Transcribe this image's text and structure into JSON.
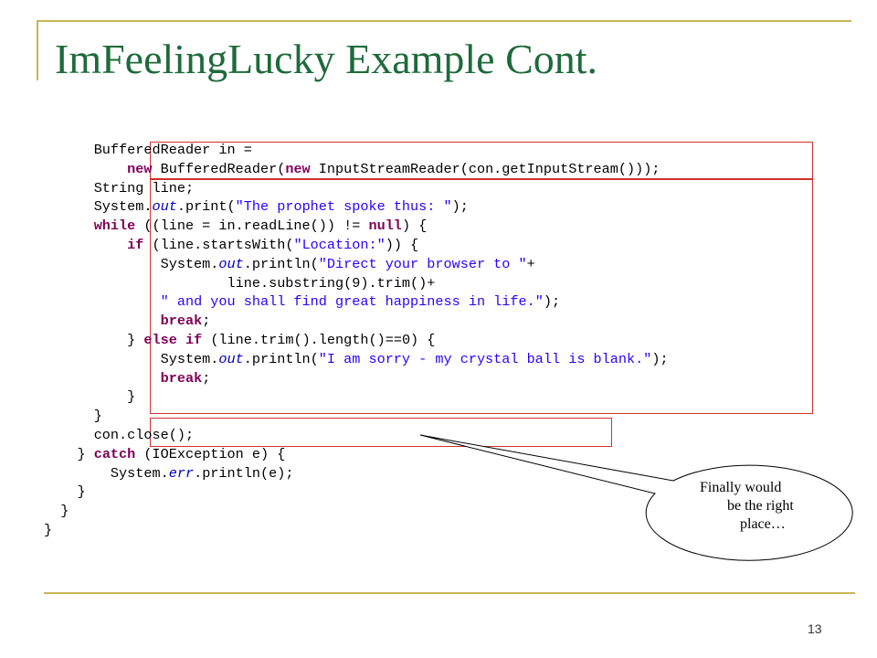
{
  "slide": {
    "title": "ImFeelingLucky Example Cont.",
    "page_number": "13",
    "theme_colors": {
      "title": "#1e6a3b",
      "rule": "#c9b458",
      "highlight": "#d0312d"
    }
  },
  "code": {
    "lines": [
      [
        {
          "t": "BufferedReader in ="
        }
      ],
      [
        {
          "t": "    "
        },
        {
          "t": "new",
          "c": "kw"
        },
        {
          "t": " BufferedReader("
        },
        {
          "t": "new",
          "c": "kw"
        },
        {
          "t": " InputStreamReader(con.getInputStream()));"
        }
      ],
      [
        {
          "t": "String line;"
        }
      ],
      [
        {
          "t": "System."
        },
        {
          "t": "out",
          "c": "fld"
        },
        {
          "t": ".print("
        },
        {
          "t": "\"The prophet spoke thus: \"",
          "c": "str"
        },
        {
          "t": ");"
        }
      ],
      [
        {
          "t": "while",
          "c": "kw"
        },
        {
          "t": " ((line = in.readLine()) != "
        },
        {
          "t": "null",
          "c": "kw"
        },
        {
          "t": ") {"
        }
      ],
      [
        {
          "t": "    "
        },
        {
          "t": "if",
          "c": "kw"
        },
        {
          "t": " (line.startsWith("
        },
        {
          "t": "\"Location:\"",
          "c": "str"
        },
        {
          "t": ")) {"
        }
      ],
      [
        {
          "t": "        System."
        },
        {
          "t": "out",
          "c": "fld"
        },
        {
          "t": ".println("
        },
        {
          "t": "\"Direct your browser to \"",
          "c": "str"
        },
        {
          "t": "+"
        }
      ],
      [
        {
          "t": "                line.substring(9).trim()+"
        }
      ],
      [
        {
          "t": "        "
        },
        {
          "t": "\" and you shall find great happiness in life.\"",
          "c": "str"
        },
        {
          "t": ");"
        }
      ],
      [
        {
          "t": "        "
        },
        {
          "t": "break",
          "c": "kw"
        },
        {
          "t": ";"
        }
      ],
      [
        {
          "t": "    } "
        },
        {
          "t": "else",
          "c": "kw"
        },
        {
          "t": " "
        },
        {
          "t": "if",
          "c": "kw"
        },
        {
          "t": " (line.trim().length()==0) {"
        }
      ],
      [
        {
          "t": "        System."
        },
        {
          "t": "out",
          "c": "fld"
        },
        {
          "t": ".println("
        },
        {
          "t": "\"I am sorry - my crystal ball is blank.\"",
          "c": "str"
        },
        {
          "t": ");"
        }
      ],
      [
        {
          "t": "        "
        },
        {
          "t": "break",
          "c": "kw"
        },
        {
          "t": ";"
        }
      ],
      [
        {
          "t": "    }"
        }
      ],
      [
        {
          "t": "}"
        }
      ],
      [
        {
          "t": "con.close();"
        }
      ],
      [
        {
          "t": "} "
        },
        {
          "t": "catch",
          "c": "kw"
        },
        {
          "t": " (IOException e) {"
        }
      ],
      [
        {
          "t": "    System."
        },
        {
          "t": "err",
          "c": "fld"
        },
        {
          "t": ".println(e);"
        }
      ],
      [
        {
          "t": "}"
        }
      ],
      [
        {
          "t": "}"
        }
      ],
      [
        {
          "t": "}"
        }
      ]
    ],
    "indents": [
      6,
      6,
      6,
      6,
      6,
      6,
      6,
      6,
      6,
      6,
      6,
      6,
      6,
      6,
      6,
      6,
      4,
      4,
      4,
      2,
      0
    ]
  },
  "callout": {
    "lines": [
      "Finally would",
      "be the right",
      "place…"
    ]
  }
}
